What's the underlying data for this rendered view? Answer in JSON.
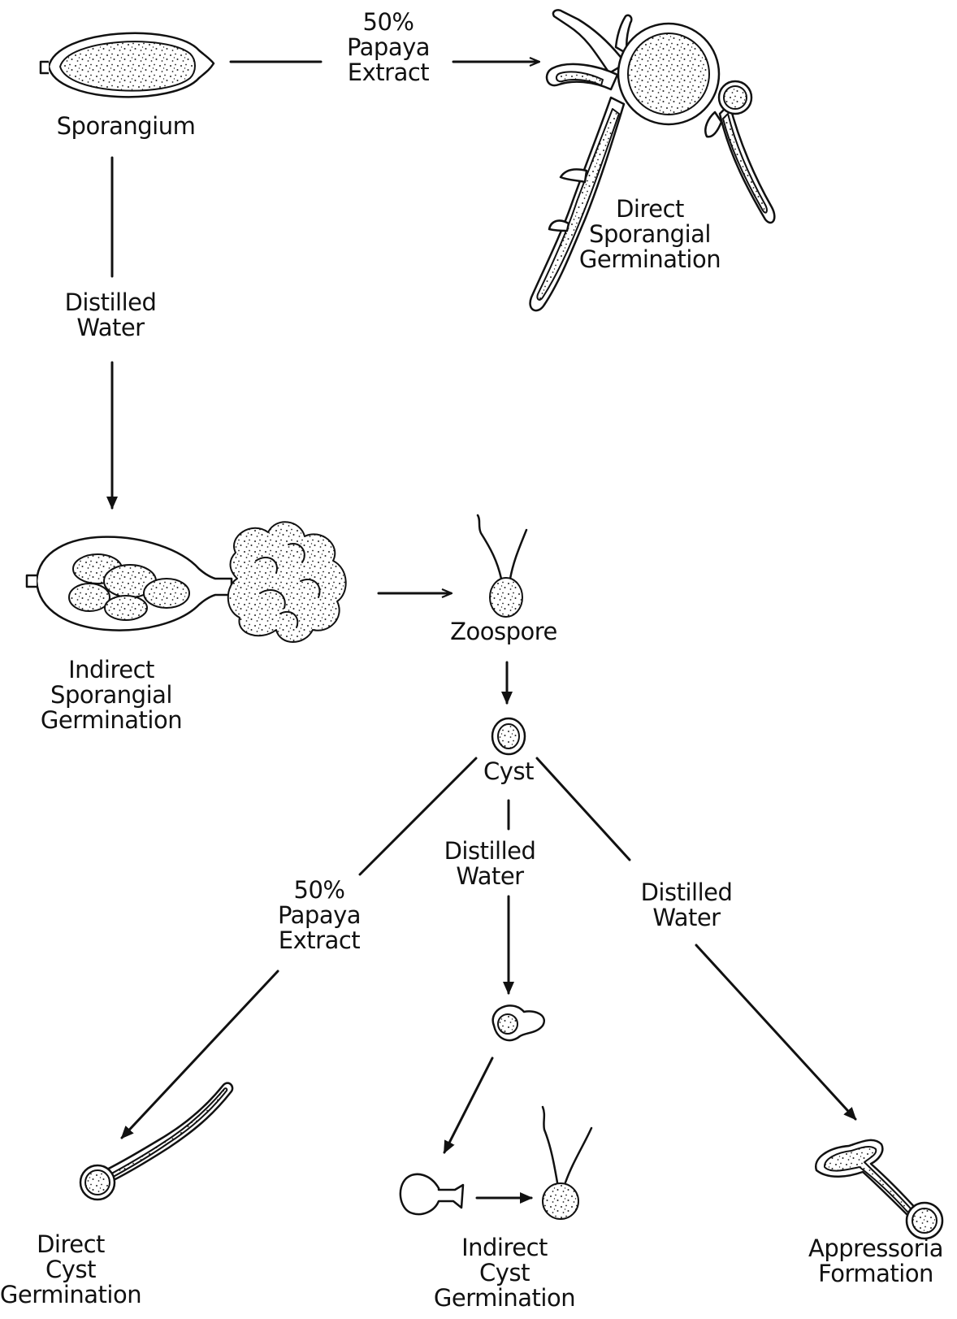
{
  "title": "",
  "nodes": {
    "sporangium": "Sporangium",
    "direct_sporangial": [
      "Direct",
      "Sporangial",
      "Germination"
    ],
    "indirect_sporangial": [
      "Indirect",
      "Sporangial",
      "Germination"
    ],
    "zoospore": "Zoospore",
    "cyst": "Cyst",
    "direct_cyst": [
      "Direct",
      "Cyst",
      "Germination"
    ],
    "indirect_cyst": [
      "Indirect",
      "Cyst",
      "Germination"
    ],
    "appressoria": [
      "Appressoria",
      "Formation"
    ]
  },
  "edges": {
    "sporangium_to_direct": [
      "50%",
      "Papaya",
      "Extract"
    ],
    "sporangium_to_indirect": [
      "Distilled",
      "Water"
    ],
    "cyst_to_direct": [
      "50%",
      "Papaya",
      "Extract"
    ],
    "cyst_to_indirect": [
      "Distilled",
      "Water"
    ],
    "cyst_to_appressoria": [
      "Distilled",
      "Water"
    ]
  }
}
